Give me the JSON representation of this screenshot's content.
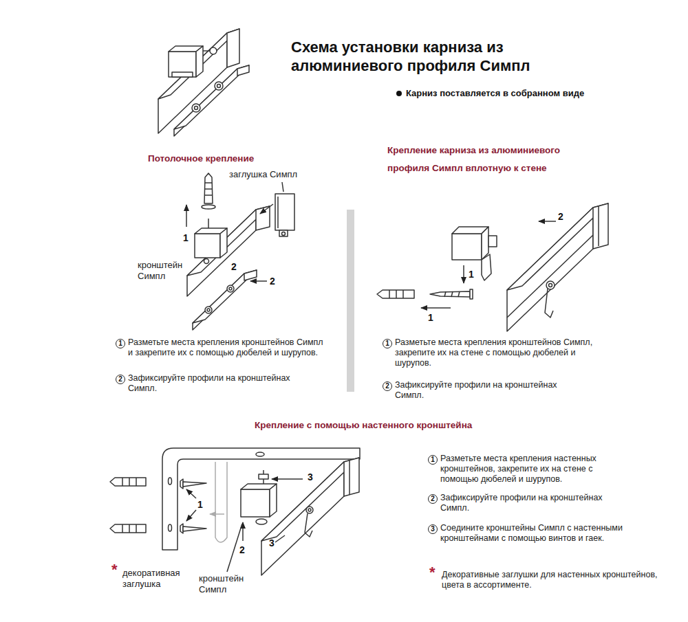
{
  "diagram": {
    "title": "Схема установки карниза из алюминиевого профиля Симпл",
    "labels": [
      "Карниз поставляется в собранном виде",
      "Потолочное крепление",
      "заглушка Симпл",
      "1",
      "кронштейн Симпл",
      "2",
      "2",
      "1",
      "Разметьте места крепления кронштейнов Симпл и закрепите их с помощью дюбелей и шурупов.",
      "2",
      "Зафиксируйте профили на кронштейнах Симпл.",
      "Крепление карниза из алюминиевого профиля Симпл вплотную к стене",
      "2",
      "1",
      "1",
      "1",
      "Разметьте места крепления кронштейнов Симпл, закрепите их на стене с помощью дюбелей и шурупов.",
      "2",
      "Зафиксируйте профили на кронштейнах Симпл.",
      "Крепление с помощью настенного кронштейна",
      "1",
      "2",
      "3",
      "3",
      "*",
      "декоративная заглушка",
      "кронштейн Симпл",
      "1",
      "Разметьте места крепления настенных кронштейнов, закрепите их на стене с помощью дюбелей и шурупов.",
      "2",
      "Зафиксируйте профили на кронштейнах Симпл.",
      "3",
      "Соедините кронштейны Симпл с настенными кронштейнами с помощью винтов и гаек.",
      "*",
      "Декоративные заглушки для настенных кронштейнов, цвета в ассортименте."
    ]
  }
}
